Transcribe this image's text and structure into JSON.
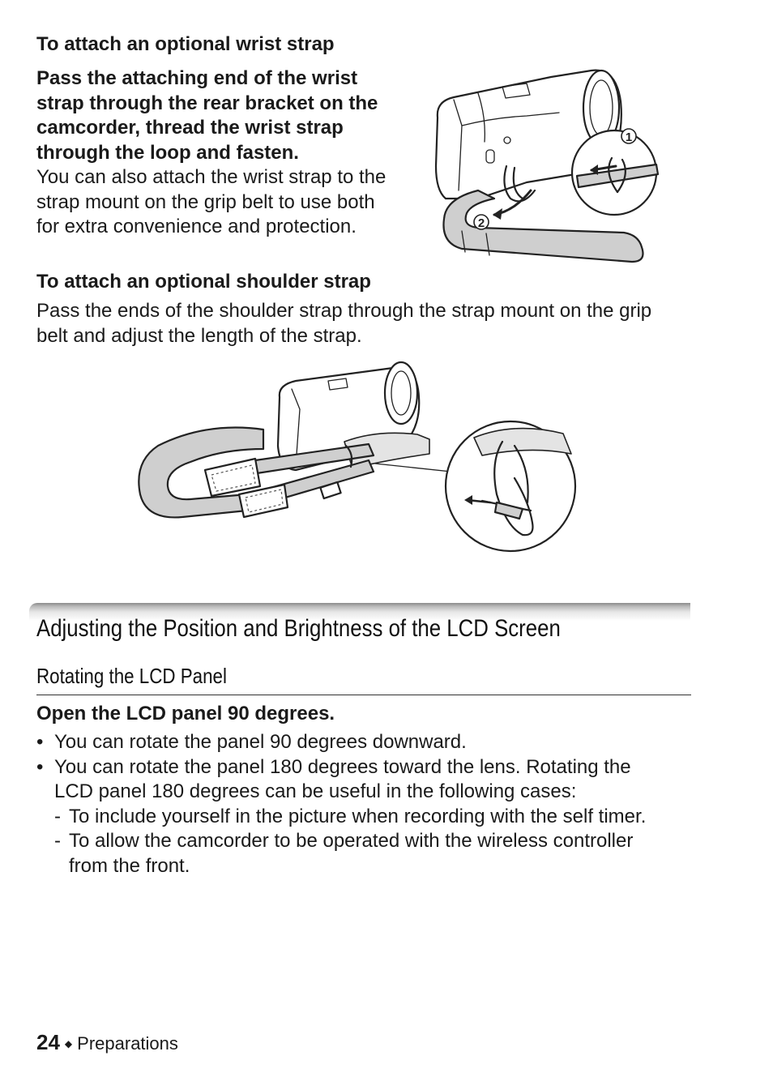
{
  "wrist": {
    "heading": "To attach an optional wrist strap",
    "instruction": [
      "Pass the attaching end of the wrist",
      "strap through the rear bracket on the",
      "camcorder, thread the wrist strap",
      "through the loop and fasten."
    ],
    "body": [
      "You can also attach the wrist strap to the",
      "strap mount on the grip belt to use both",
      "for extra convenience and protection."
    ],
    "step1": "1",
    "step2": "2"
  },
  "shoulder": {
    "heading": "To attach an optional shoulder strap",
    "body": [
      "Pass the ends of the shoulder strap through the strap mount on the grip",
      "belt and adjust the length of the strap."
    ]
  },
  "lcd": {
    "section_title": "Adjusting the Position and Brightness of the LCD Screen",
    "subsection": "Rotating the LCD Panel",
    "instruction": "Open the LCD panel 90 degrees.",
    "bullet1": "You can rotate the panel 90 degrees downward.",
    "bullet2": [
      "You can rotate the panel 180 degrees toward the lens. Rotating the",
      "LCD panel 180 degrees can be useful in the following cases:"
    ],
    "dash1": "To include yourself in the picture when recording with the self timer.",
    "dash2": [
      "To allow the camcorder to be operated with the wireless controller",
      "from the front."
    ]
  },
  "footer": {
    "page_number": "24",
    "separator_icon": "diamond-icon",
    "section": "Preparations"
  }
}
